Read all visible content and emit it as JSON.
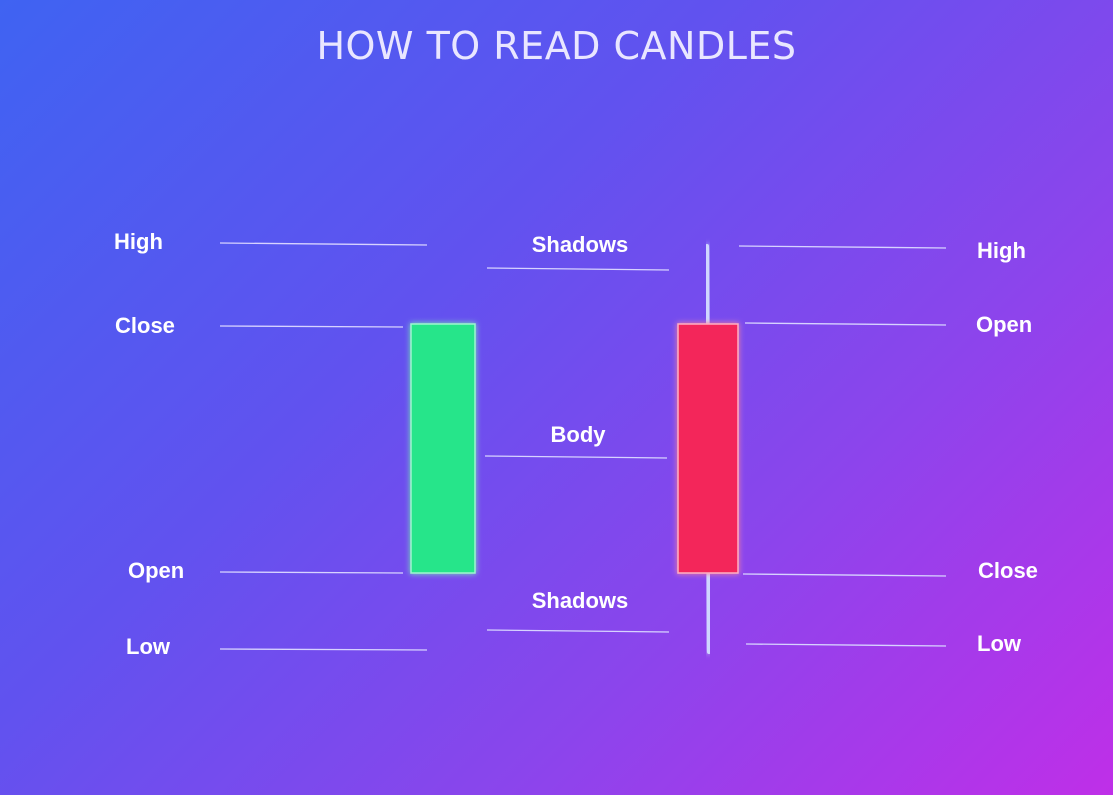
{
  "title": "HOW TO READ CANDLES",
  "colors": {
    "bullish_body": "#27e58a",
    "bearish_body": "#f3285a",
    "wick": "#cfd6ff",
    "leader": "#d7d3ff",
    "text": "#ffffff"
  },
  "bullish_candle": {
    "labels": {
      "high": "High",
      "close": "Close",
      "open": "Open",
      "low": "Low"
    }
  },
  "bearish_candle": {
    "labels": {
      "high": "High",
      "open": "Open",
      "close": "Close",
      "low": "Low"
    }
  },
  "center_labels": {
    "shadows_top": "Shadows",
    "body": "Body",
    "shadows_bottom": "Shadows"
  }
}
